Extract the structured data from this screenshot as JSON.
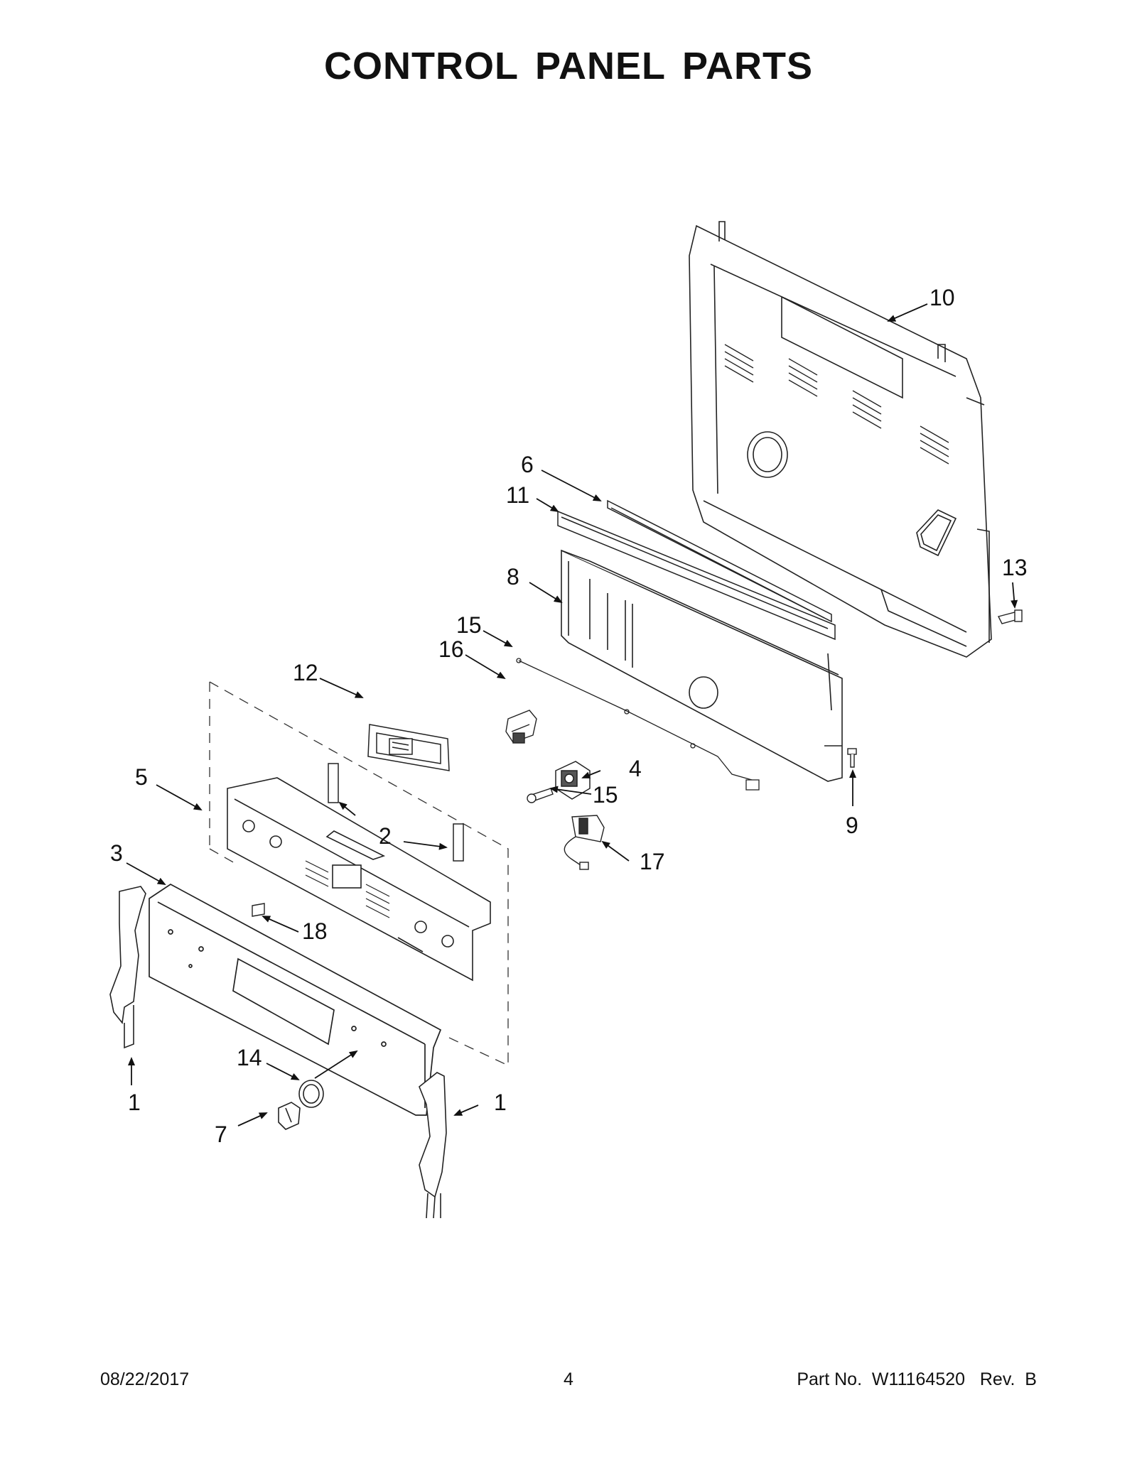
{
  "title": "CONTROL PANEL PARTS",
  "callouts": {
    "c1_left": "1",
    "c1_right": "1",
    "c2": "2",
    "c3": "3",
    "c4": "4",
    "c5": "5",
    "c6": "6",
    "c7": "7",
    "c8": "8",
    "c9": "9",
    "c10": "10",
    "c11": "11",
    "c12": "12",
    "c13": "13",
    "c14": "14",
    "c15_top": "15",
    "c15_bottom": "15",
    "c16": "16",
    "c17": "17",
    "c18": "18"
  },
  "footer": {
    "date": "08/22/2017",
    "page": "4",
    "part_no": "Part No.  W11164520   Rev.  B"
  }
}
